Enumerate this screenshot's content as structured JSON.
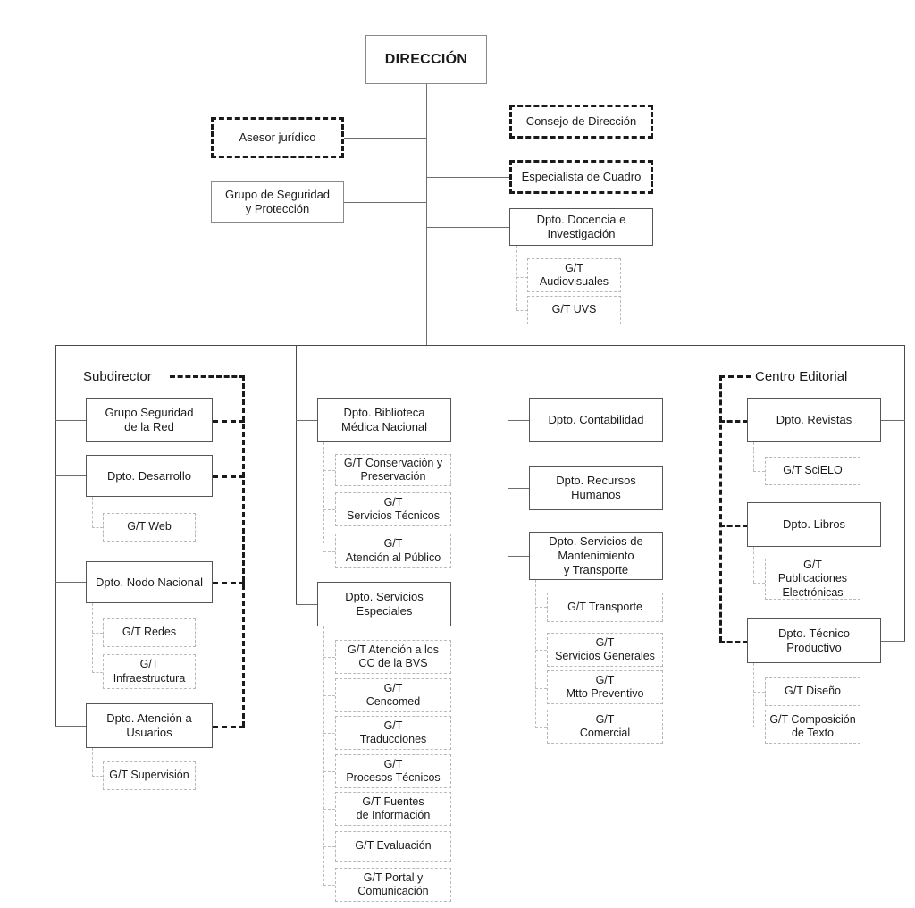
{
  "diagram": {
    "title_box": "DIRECCIÓN",
    "group_labels": {
      "subdirector": "Subdirector",
      "centro_editorial": "Centro Editorial"
    },
    "top_level": {
      "staff_left": [
        {
          "label": "Asesor jurídico",
          "style": "dashed-heavy"
        },
        {
          "label": "Grupo de Seguridad\ny Protección",
          "style": "solid"
        }
      ],
      "staff_right": [
        {
          "label": "Consejo de Dirección",
          "style": "dashed-heavy"
        },
        {
          "label": "Especialista de Cuadro",
          "style": "dashed-heavy"
        },
        {
          "label": "Dpto. Docencia e\nInvestigación",
          "style": "solid-dark"
        }
      ],
      "docencia_groups": [
        {
          "label": "G/T\nAudiovisuales"
        },
        {
          "label": "G/T UVS"
        }
      ]
    },
    "columns": [
      {
        "name": "subdirector",
        "units": [
          {
            "label": "Grupo Seguridad\nde la Red",
            "groups": []
          },
          {
            "label": "Dpto. Desarrollo",
            "groups": [
              {
                "label": "G/T Web"
              }
            ]
          },
          {
            "label": "Dpto. Nodo Nacional",
            "groups": [
              {
                "label": "G/T Redes"
              },
              {
                "label": "G/T\nInfraestructura"
              }
            ]
          },
          {
            "label": "Dpto. Atención a\nUsuarios",
            "groups": [
              {
                "label": "G/T Supervisión"
              }
            ]
          }
        ]
      },
      {
        "name": "biblioteca",
        "units": [
          {
            "label": "Dpto. Biblioteca\nMédica Nacional",
            "groups": [
              {
                "label": "G/T Conservación y\nPreservación"
              },
              {
                "label": "G/T\nServicios Técnicos"
              },
              {
                "label": "G/T\nAtención al Público"
              }
            ]
          },
          {
            "label": "Dpto. Servicios\nEspeciales",
            "groups": [
              {
                "label": "G/T Atención a los\nCC de la BVS"
              },
              {
                "label": "G/T\nCencomed"
              },
              {
                "label": "G/T\nTraducciones"
              },
              {
                "label": "G/T\nProcesos Técnicos"
              },
              {
                "label": "G/T Fuentes\nde Información"
              },
              {
                "label": "G/T Evaluación"
              },
              {
                "label": "G/T Portal y\nComunicación"
              }
            ]
          }
        ]
      },
      {
        "name": "administracion",
        "units": [
          {
            "label": "Dpto. Contabilidad",
            "groups": []
          },
          {
            "label": "Dpto. Recursos\nHumanos",
            "groups": []
          },
          {
            "label": "Dpto. Servicios de\nMantenimiento\ny Transporte",
            "groups": [
              {
                "label": "G/T Transporte"
              },
              {
                "label": "G/T\nServicios Generales"
              },
              {
                "label": "G/T\nMtto Preventivo"
              },
              {
                "label": "G/T\nComercial"
              }
            ]
          }
        ]
      },
      {
        "name": "centro_editorial",
        "units": [
          {
            "label": "Dpto. Revistas",
            "groups": [
              {
                "label": "G/T SciELO"
              }
            ]
          },
          {
            "label": "Dpto. Libros",
            "groups": [
              {
                "label": "G/T\nPublicaciones\nElectrónicas"
              }
            ]
          },
          {
            "label": "Dpto. Técnico\nProductivo",
            "groups": [
              {
                "label": "G/T Diseño"
              },
              {
                "label": "G/T Composición\nde Texto"
              }
            ]
          }
        ]
      }
    ],
    "colors": {
      "box_border_light": "#8a8a8a",
      "box_border_dark": "#555555",
      "dashed_border": "#1a1a1a",
      "dotted_border": "#b8b8b8",
      "text": "#1a1a1a",
      "background": "#ffffff"
    }
  }
}
